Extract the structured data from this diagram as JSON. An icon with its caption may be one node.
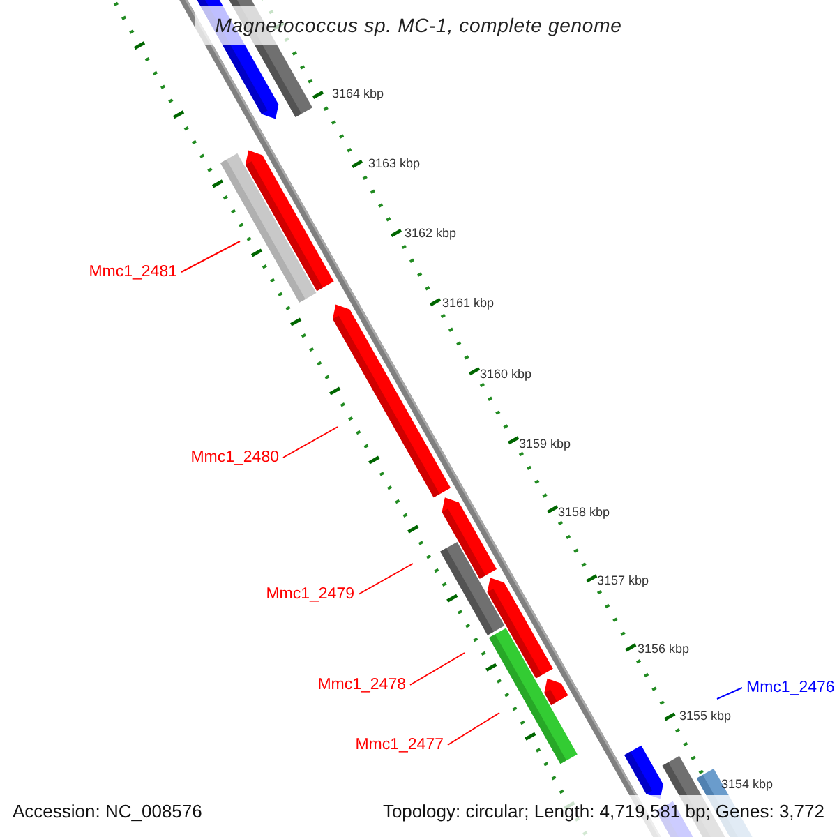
{
  "diagram": {
    "title": "Magnetococcus sp. MC-1, complete genome",
    "nodes": [
      {
        "text": [
          "Mmc1_2481"
        ]
      },
      {
        "text": [
          "Mmc1_2480"
        ]
      },
      {
        "text": [
          "Mmc1_2479"
        ]
      },
      {
        "text": [
          "Mmc1_2478"
        ]
      },
      {
        "text": [
          "Mmc1_2477"
        ]
      },
      {
        "text": [
          "Mmc1_2476"
        ]
      }
    ],
    "edges": [
      {
        "from": 0,
        "to": null,
        "arrow": "none"
      },
      {
        "from": 1,
        "to": null,
        "arrow": "none"
      },
      {
        "from": 2,
        "to": null,
        "arrow": "none"
      },
      {
        "from": 3,
        "to": null,
        "arrow": "none"
      },
      {
        "from": 4,
        "to": null,
        "arrow": "none"
      },
      {
        "from": 5,
        "to": null,
        "arrow": "none",
        "color": "#0000ff"
      }
    ],
    "labels": [
      "3164 kbp",
      "3163 kbp",
      "3162 kbp",
      "3161 kbp",
      "3160 kbp",
      "3159 kbp",
      "3158 kbp",
      "3157 kbp",
      "3156 kbp",
      "3155 kbp",
      "3154 kbp",
      "Accession: NC_008576",
      "Topology: circular; Length: 4,719,581 bp; Genes: 3,772"
    ]
  }
}
